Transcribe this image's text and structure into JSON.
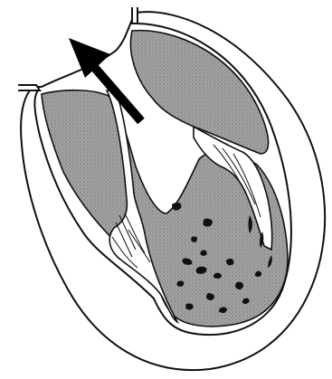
{
  "figure": {
    "kind": "line-drawing",
    "subject": "heart",
    "arrow_direction": "up-left",
    "colors": {
      "outline": "#111111",
      "chamber_fill": "#9c9c9c",
      "background": "#ffffff",
      "arrow": "#000000"
    }
  }
}
